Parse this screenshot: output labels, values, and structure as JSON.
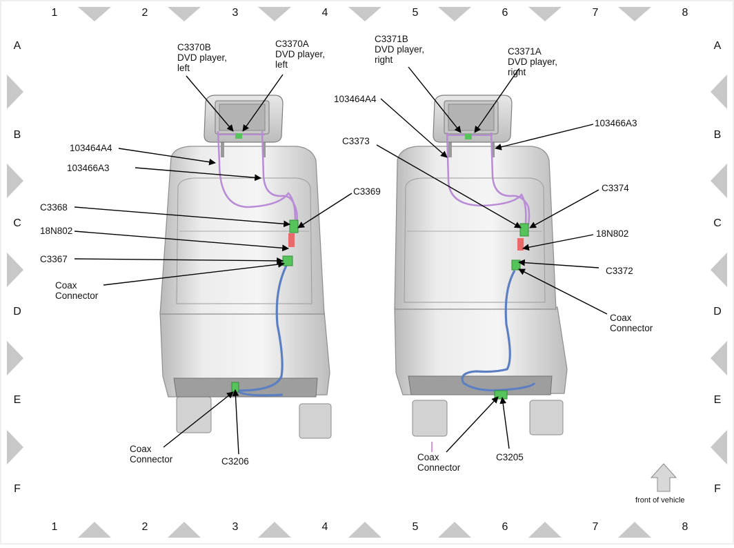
{
  "grid": {
    "columns": [
      "1",
      "2",
      "3",
      "4",
      "5",
      "6",
      "7",
      "8"
    ],
    "rows": [
      "A",
      "B",
      "C",
      "D",
      "E",
      "F"
    ]
  },
  "left_seat": {
    "c3370b": "C3370B\nDVD player,\nleft",
    "c3370a": "C3370A\nDVD player,\nleft",
    "wire_a4": "103464A4",
    "wire_a3": "103466A3",
    "c3368": "C3368",
    "c3369": "C3369",
    "n802": "18N802",
    "c3367": "C3367",
    "coax_upper": "Coax\nConnector",
    "coax_lower": "Coax\nConnector",
    "c3206": "C3206"
  },
  "right_seat": {
    "c3371b": "C3371B\nDVD player,\nright",
    "c3371a": "C3371A\nDVD player,\nright",
    "wire_a4": "103464A4",
    "wire_a3": "103466A3",
    "c3373": "C3373",
    "c3374": "C3374",
    "n802": "18N802",
    "c3372": "C3372",
    "coax_upper": "Coax\nConnector",
    "coax_lower": "Coax\nConnector",
    "c3205": "C3205"
  },
  "orientation": {
    "label": "front of vehicle",
    "icon": "up-arrow-icon"
  },
  "colors": {
    "wire_violet": "#b98ad6",
    "wire_blue": "#5b7fc2",
    "connector_green": "#56c45a",
    "connector_red": "#e86a6a",
    "marker_gray": "#c8c8c8"
  }
}
